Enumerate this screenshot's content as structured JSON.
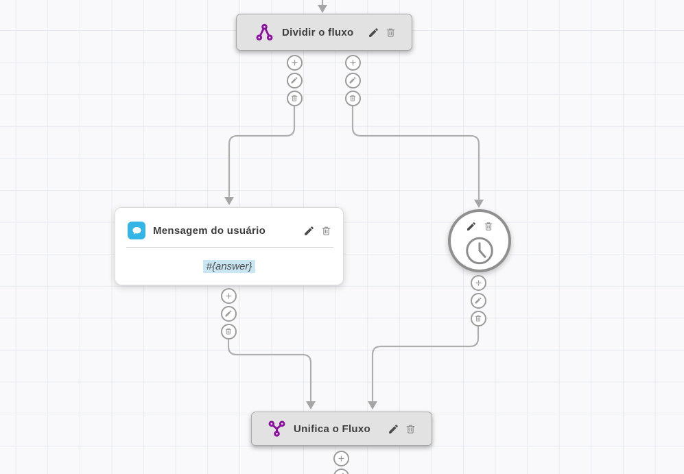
{
  "canvas": {
    "background": "#f9f9fb",
    "grid_line_color": "#e8eaf1"
  },
  "colors": {
    "node_fill_gray": "#e2e2e2",
    "node_border_gray": "#a8a8a8",
    "accent_purple": "#8a0f9e",
    "accent_blue": "#33b5e5",
    "variable_highlight": "#c9e6f3",
    "connector": "#aeaeae"
  },
  "flow": {
    "split_node": {
      "title": "Dividir o fluxo",
      "icon": "split-branch"
    },
    "message_node": {
      "title": "Mensagem do usuário",
      "content": "#{answer}",
      "icon": "chat-bubble"
    },
    "timer_node": {
      "icon": "clock"
    },
    "merge_node": {
      "title": "Unifica o Fluxo",
      "icon": "merge-branch"
    }
  },
  "icons": {
    "add": "plus",
    "edit": "pencil",
    "delete": "trash",
    "arrow": "down-arrowhead"
  }
}
